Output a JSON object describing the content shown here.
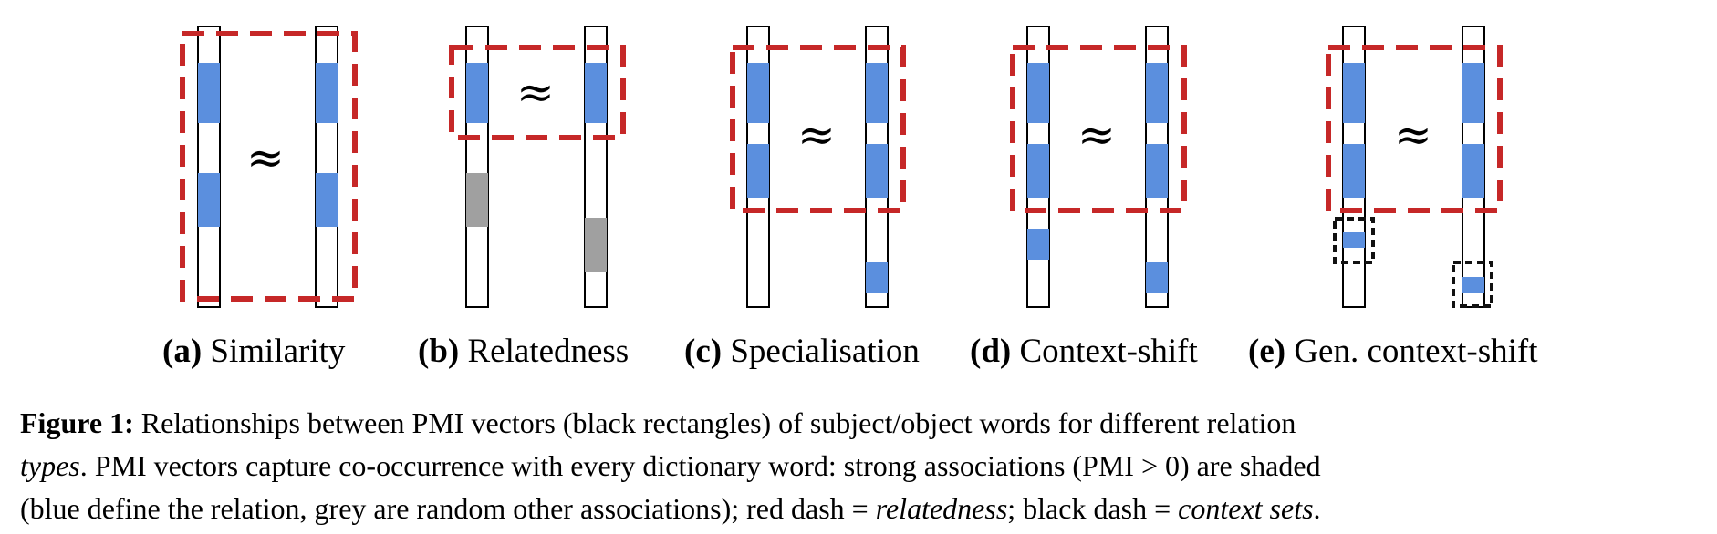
{
  "approx_symbol": "≈",
  "colors": {
    "blue": "#5b8fde",
    "grey": "#a0a0a0",
    "red_dash": "#c62828",
    "black_dash": "#111111"
  },
  "panels": [
    {
      "letter": "(a)",
      "name": "Similarity"
    },
    {
      "letter": "(b)",
      "name": "Relatedness"
    },
    {
      "letter": "(c)",
      "name": "Specialisation"
    },
    {
      "letter": "(d)",
      "name": "Context-shift"
    },
    {
      "letter": "(e)",
      "name": "Gen. context-shift"
    }
  ],
  "caption": {
    "label": "Figure 1:",
    "l1": " Relationships between PMI vectors (black rectangles) of subject/object words for different relation",
    "l2_types": "types",
    "l2_rest": ". PMI vectors capture co-occurrence with every dictionary word: strong associations (PMI > 0) are shaded",
    "l3_a": "(blue define the relation, grey are random other associations); red dash = ",
    "l3_relatedness": "relatedness",
    "l3_b": "; black dash = ",
    "l3_context": "context sets",
    "l3_end": "."
  }
}
